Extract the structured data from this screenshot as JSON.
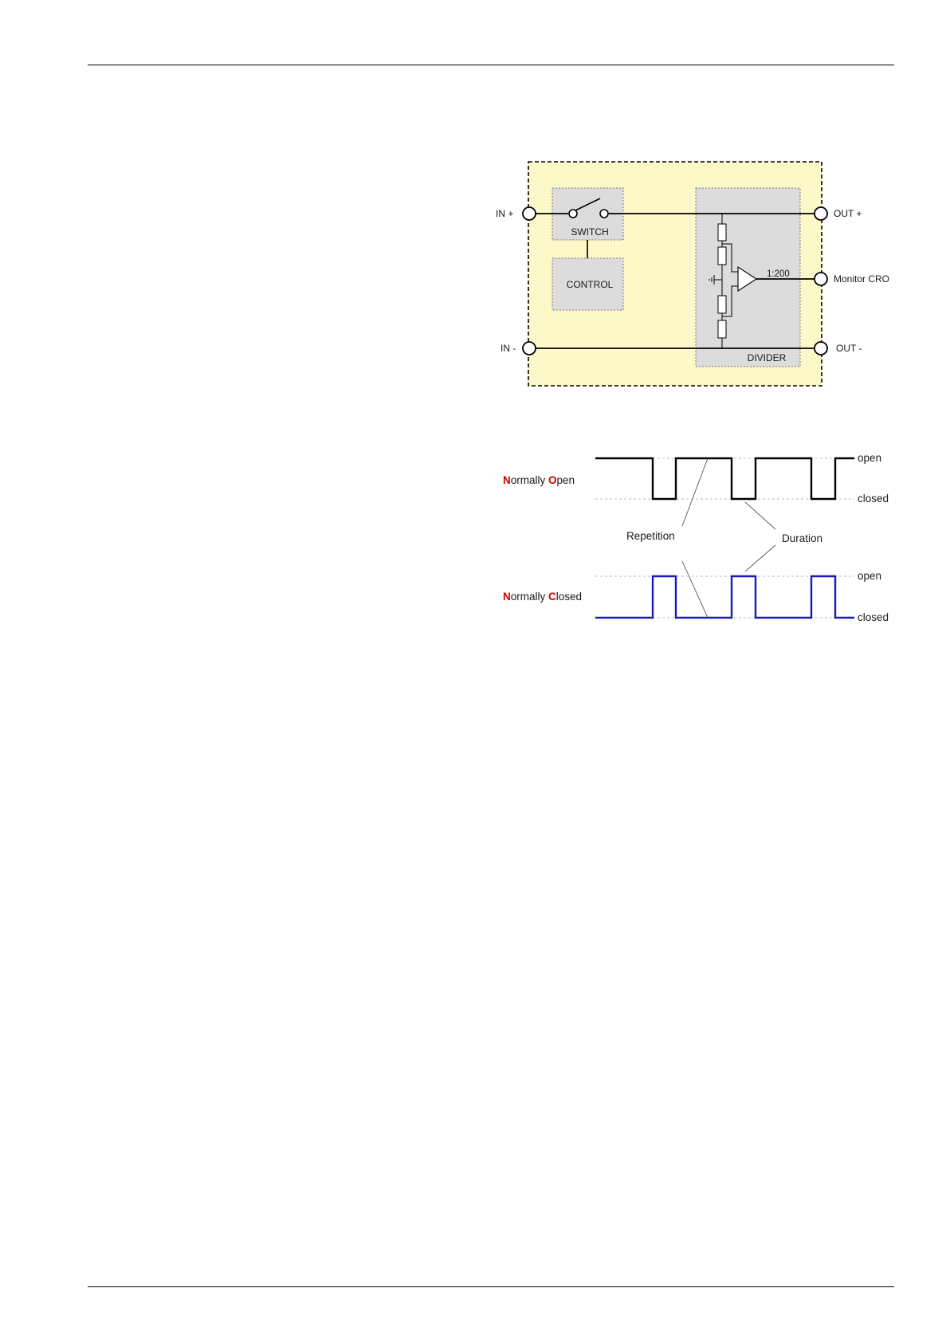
{
  "block_diagram": {
    "terminals": {
      "in_plus": "IN +",
      "in_minus": "IN -",
      "out_plus": "OUT +",
      "out_minus": "OUT -",
      "monitor": "Monitor CRO"
    },
    "blocks": {
      "switch": "SWITCH",
      "control": "CONTROL",
      "divider": "DIVIDER"
    },
    "ratio": "1:200",
    "colors": {
      "enclosure": "#fcf8c8",
      "block": "#dcdcdc"
    }
  },
  "timing_diagram": {
    "normally_open": {
      "initial_1": "N",
      "text_1": "ormally ",
      "initial_2": "O",
      "text_2": "pen",
      "color": "#000000"
    },
    "normally_closed": {
      "initial_1": "N",
      "text_1": "ormally ",
      "initial_2": "C",
      "text_2": "losed",
      "color": "#1a1ab8"
    },
    "state_open": "open",
    "state_closed": "closed",
    "repetition": "Repetition",
    "duration": "Duration",
    "accent": "#cc0000"
  }
}
